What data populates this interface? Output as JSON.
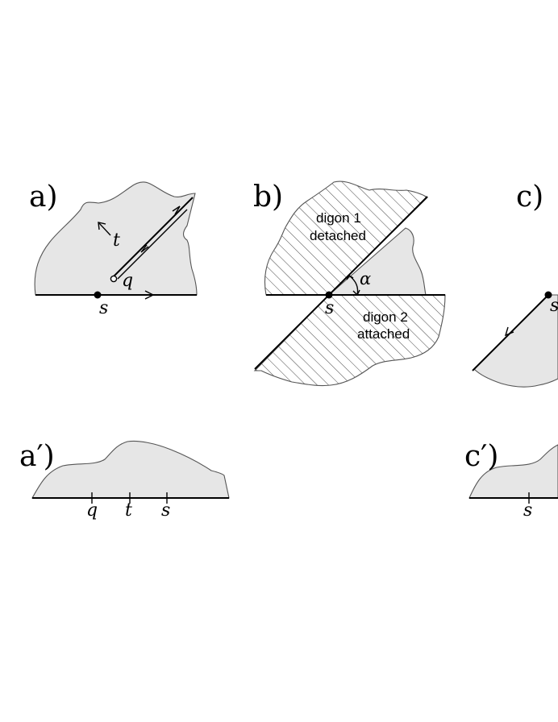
{
  "colors": {
    "fill": "#e6e6e6",
    "stroke": "#555555",
    "line": "#000000",
    "background": "#ffffff"
  },
  "panels": {
    "a": {
      "label": "a)",
      "t": "t",
      "q": "q",
      "s": "s"
    },
    "b": {
      "label": "b)",
      "digon1_line1": "digon 1",
      "digon1_line2": "detached",
      "digon2_line1": "digon 2",
      "digon2_line2": "attached",
      "alpha": "α",
      "s": "s"
    },
    "c": {
      "label": "c)",
      "s": "s"
    },
    "a_prime": {
      "label": "a′)",
      "q": "q",
      "t": "t",
      "s": "s"
    },
    "c_prime": {
      "label": "c′)",
      "s": "s"
    }
  }
}
